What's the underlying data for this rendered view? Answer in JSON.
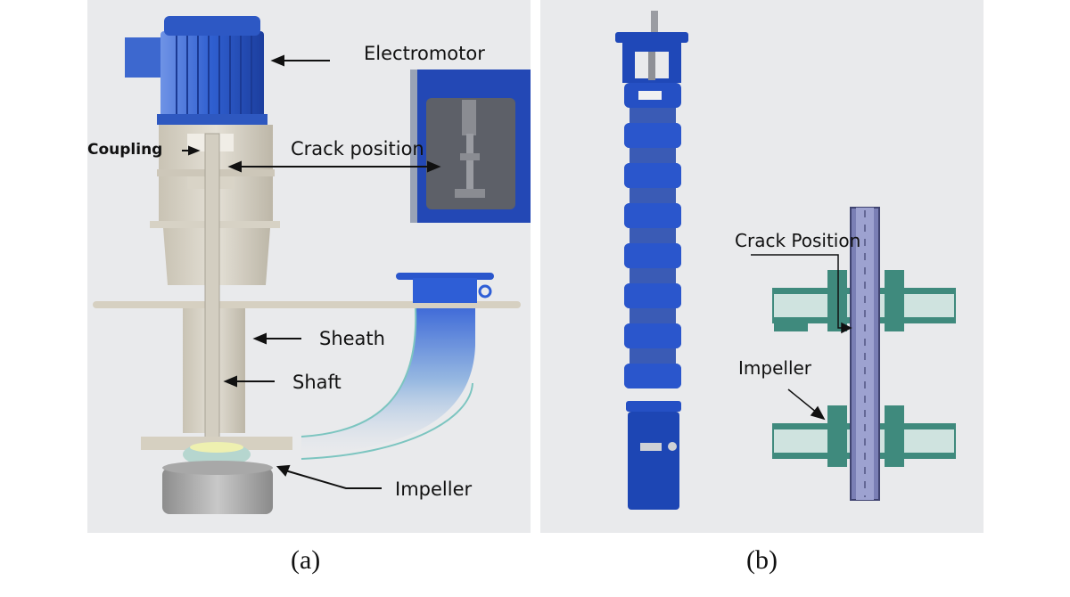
{
  "figure": {
    "panels": [
      {
        "id": "a",
        "caption": "(a)",
        "subject": "vertical long-shaft sump pump (cutaway)",
        "labels": {
          "electromotor": "Electromotor",
          "coupling": "Coupling",
          "crack_position": "Crack position",
          "sheath": "Sheath",
          "shaft": "Shaft",
          "impeller": "Impeller"
        }
      },
      {
        "id": "b",
        "caption": "(b)",
        "subject": "multistage submersible deep-well pump with impeller/shaft schematic",
        "labels": {
          "crack_position": "Crack Position",
          "impeller": "Impeller"
        }
      }
    ]
  },
  "colors": {
    "panel_bg": "#e9eaec",
    "motor_blue": "#2f5fd0",
    "pump_blue": "#1f48b8",
    "casing_beige": "#d9d4c7",
    "impeller_teal": "#3f8a7d",
    "impeller_fill": "#cfe3df",
    "shaft_purple": "#7a7fb5"
  }
}
